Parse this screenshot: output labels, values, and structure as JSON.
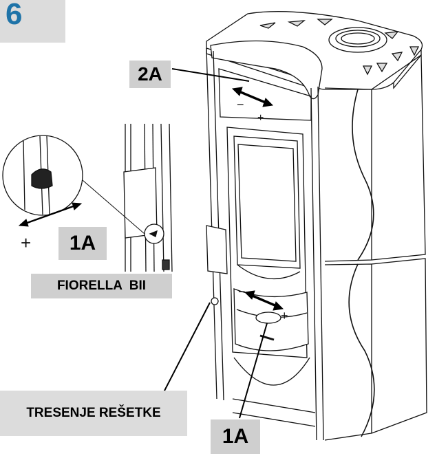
{
  "step_number": "6",
  "labels": {
    "top_callout": "2A",
    "inset_callout": "1A",
    "bottom_callout": "1A",
    "model_name": "FIORELLA  BII",
    "grate_label": "TRESENJE REŠETKE"
  },
  "signs": {
    "plus": "+",
    "minus": "−"
  }
}
